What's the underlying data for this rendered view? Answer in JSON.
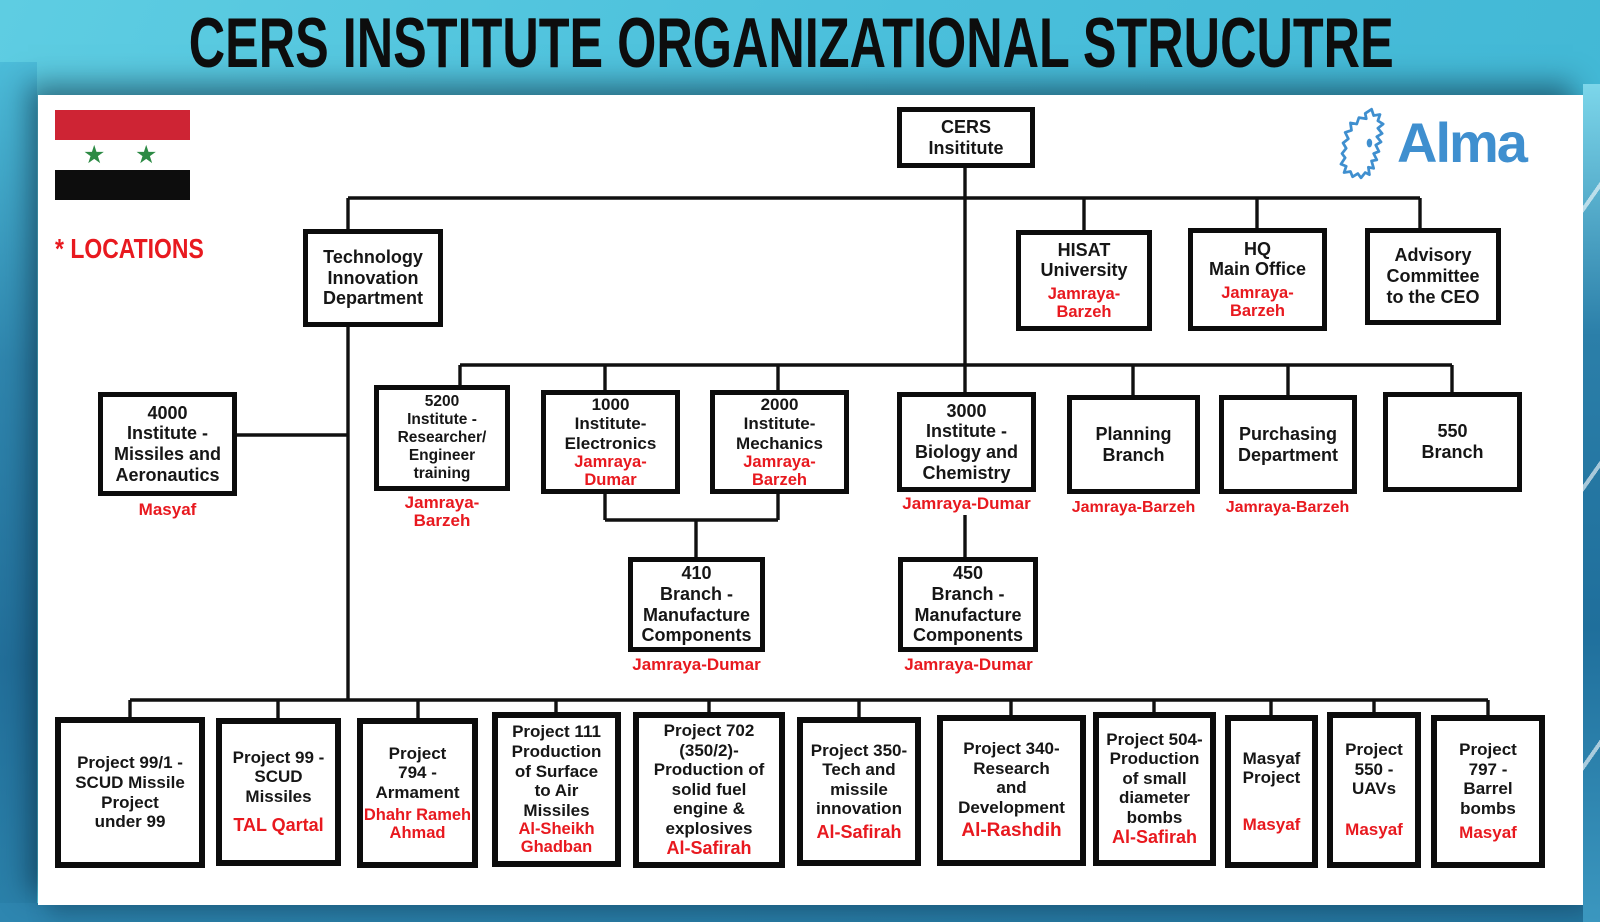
{
  "title": "CERS INSTITUTE ORGANIZATIONAL STRUCUTRE",
  "locations_legend": "* LOCATIONS",
  "flag": {
    "star": "★"
  },
  "alma": {
    "logo_text": "Alma"
  },
  "colors": {
    "accent_red": "#e8191f",
    "background_teal": "#4abfdb",
    "alma_blue": "#3f8fcf",
    "flag_red": "#ce2434",
    "flag_green": "#2c8a44",
    "box_border": "#0c0c0c"
  },
  "org": {
    "root": {
      "label": "CERS\nInsititute"
    },
    "tech": {
      "label": "Technology\nInnovation\nDepartment"
    },
    "hisat": {
      "label": "HISAT\nUniversity",
      "location": "Jamraya-\nBarzeh"
    },
    "hq": {
      "label": "HQ\nMain Office",
      "location": "Jamraya-\nBarzeh"
    },
    "advisory": {
      "label": "Advisory\nCommittee\nto the CEO"
    },
    "inst4000": {
      "label": "4000\nInstitute -\nMissiles and\nAeronautics",
      "location": "Masyaf"
    },
    "inst5200": {
      "label": "5200\nInstitute -\nResearcher/\nEngineer\ntraining",
      "location": "Jamraya-\nBarzeh"
    },
    "inst1000": {
      "label": "1000\nInstitute-\nElectronics",
      "location": "Jamraya-\nDumar"
    },
    "inst2000": {
      "label": "2000\nInstitute-\nMechanics",
      "location": "Jamraya-\nBarzeh"
    },
    "inst3000": {
      "label": "3000\nInstitute -\nBiology and\nChemistry",
      "location": "Jamraya-Dumar"
    },
    "planning": {
      "label": "Planning\nBranch",
      "location": "Jamraya-Barzeh"
    },
    "purchasing": {
      "label": "Purchasing\nDepartment",
      "location": "Jamraya-Barzeh"
    },
    "branch550": {
      "label": "550\nBranch"
    },
    "branch410": {
      "label": "410\nBranch -\nManufacture\nComponents",
      "location": "Jamraya-Dumar"
    },
    "branch450": {
      "label": "450\nBranch -\nManufacture\nComponents",
      "location": "Jamraya-Dumar"
    },
    "p99_1": {
      "label": "Project 99/1 -\nSCUD Missile\nProject\nunder 99"
    },
    "p99": {
      "label": "Project 99 -\nSCUD\nMissiles",
      "location": "TAL Qartal"
    },
    "p794": {
      "label": "Project\n794 -\nArmament",
      "location": "Dhahr Rameh\nAhmad"
    },
    "p111": {
      "label": "Project 111\nProduction\nof Surface\nto Air\nMissiles",
      "location": "Al-Sheikh\nGhadban"
    },
    "p702": {
      "label": "Project 702\n(350/2)-\nProduction of\nsolid fuel\nengine &\nexplosives",
      "location": "Al-Safirah"
    },
    "p350": {
      "label": "Project 350-\nTech and\nmissile\ninnovation",
      "location": "Al-Safirah"
    },
    "p340": {
      "label": "Project 340-\nResearch\nand\nDevelopment",
      "location": "Al-Rashdih"
    },
    "p504": {
      "label": "Project 504-\nProduction\nof small\ndiameter\nbombs",
      "location": "Al-Safirah"
    },
    "pmasyaf": {
      "label": "Masyaf\nProject",
      "location": "Masyaf"
    },
    "p550": {
      "label": "Project\n550 -\nUAVs",
      "location": "Masyaf"
    },
    "p797": {
      "label": "Project\n797 -\nBarrel\nbombs",
      "location": "Masyaf"
    }
  }
}
